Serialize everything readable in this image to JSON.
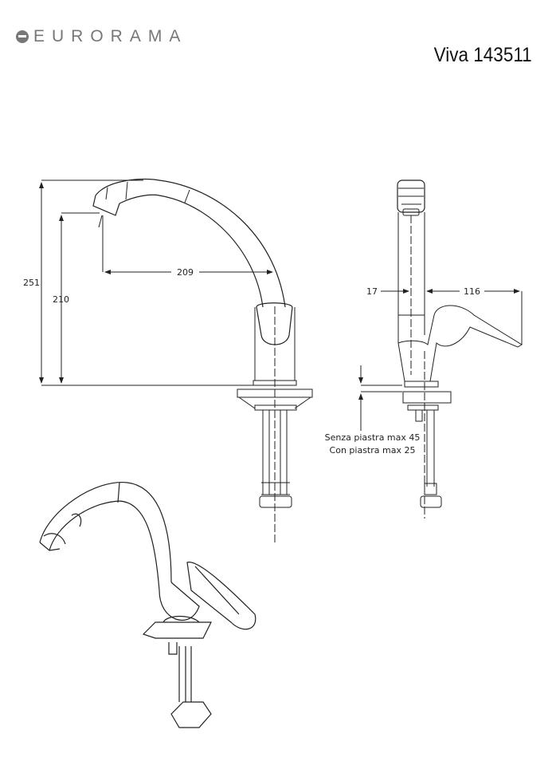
{
  "brand": {
    "name": "EURORAMA",
    "icon": "eurorama-logo-icon"
  },
  "title": "Viva 143511",
  "front_view": {
    "dim_total_height": "251",
    "dim_spout_height": "210",
    "dim_reach": "209"
  },
  "side_view": {
    "dim_spout_width": "17",
    "dim_lever_reach": "116"
  },
  "note": {
    "line1": "Senza piastra max 45",
    "line2": "Con piastra max 25"
  }
}
